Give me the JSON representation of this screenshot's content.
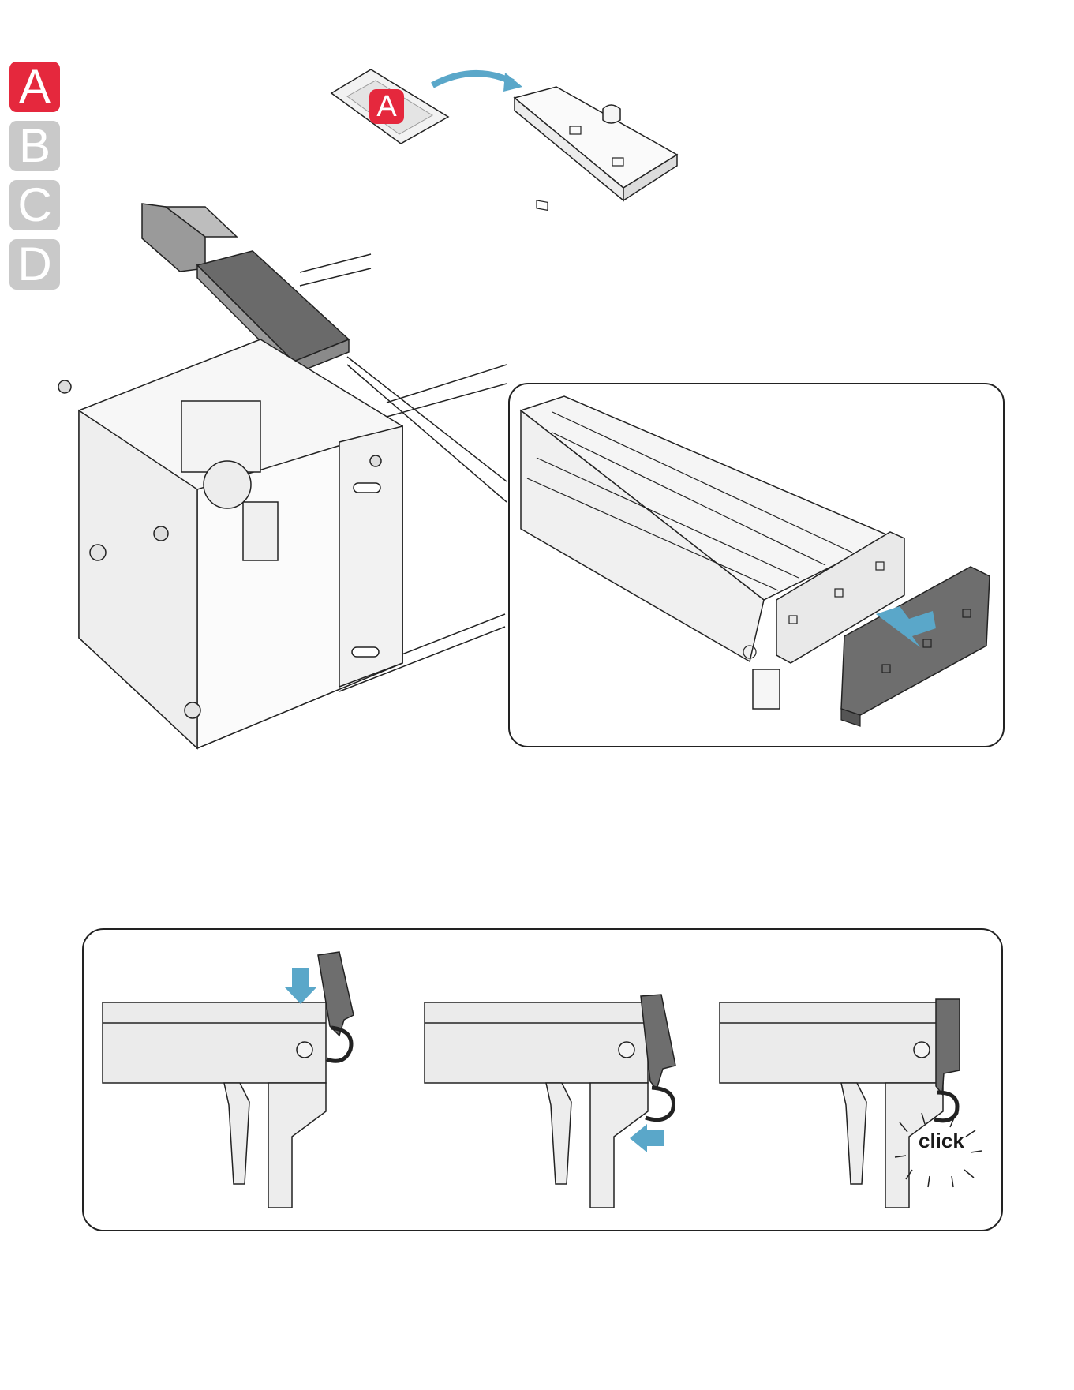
{
  "steps": {
    "tabs": [
      {
        "label": "A",
        "active": true
      },
      {
        "label": "B",
        "active": false
      },
      {
        "label": "C",
        "active": false
      },
      {
        "label": "D",
        "active": false
      }
    ]
  },
  "parts_bag": {
    "label": "A"
  },
  "detail_panel": {
    "callout_text": "click"
  },
  "colors": {
    "active_tab": "#e5283d",
    "inactive_tab": "#c9c9c9",
    "arrow": "#5aa7c9",
    "part_dark": "#6e6e6e",
    "part_light": "#e6e6e6",
    "outline": "#222222"
  }
}
